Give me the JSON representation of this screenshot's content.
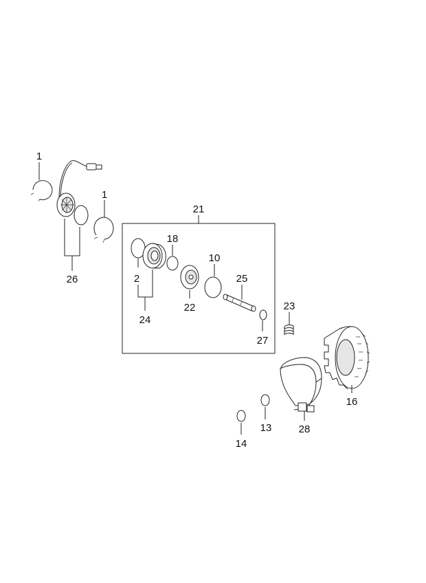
{
  "diagram": {
    "callouts": {
      "c1a": "1",
      "c1b": "1",
      "c26": "26",
      "c21": "21",
      "c18": "18",
      "c2": "2",
      "c10": "10",
      "c25": "25",
      "c24": "24",
      "c22": "22",
      "c23": "23",
      "c27": "27",
      "c16": "16",
      "c13": "13",
      "c28": "28",
      "c14": "14"
    }
  }
}
